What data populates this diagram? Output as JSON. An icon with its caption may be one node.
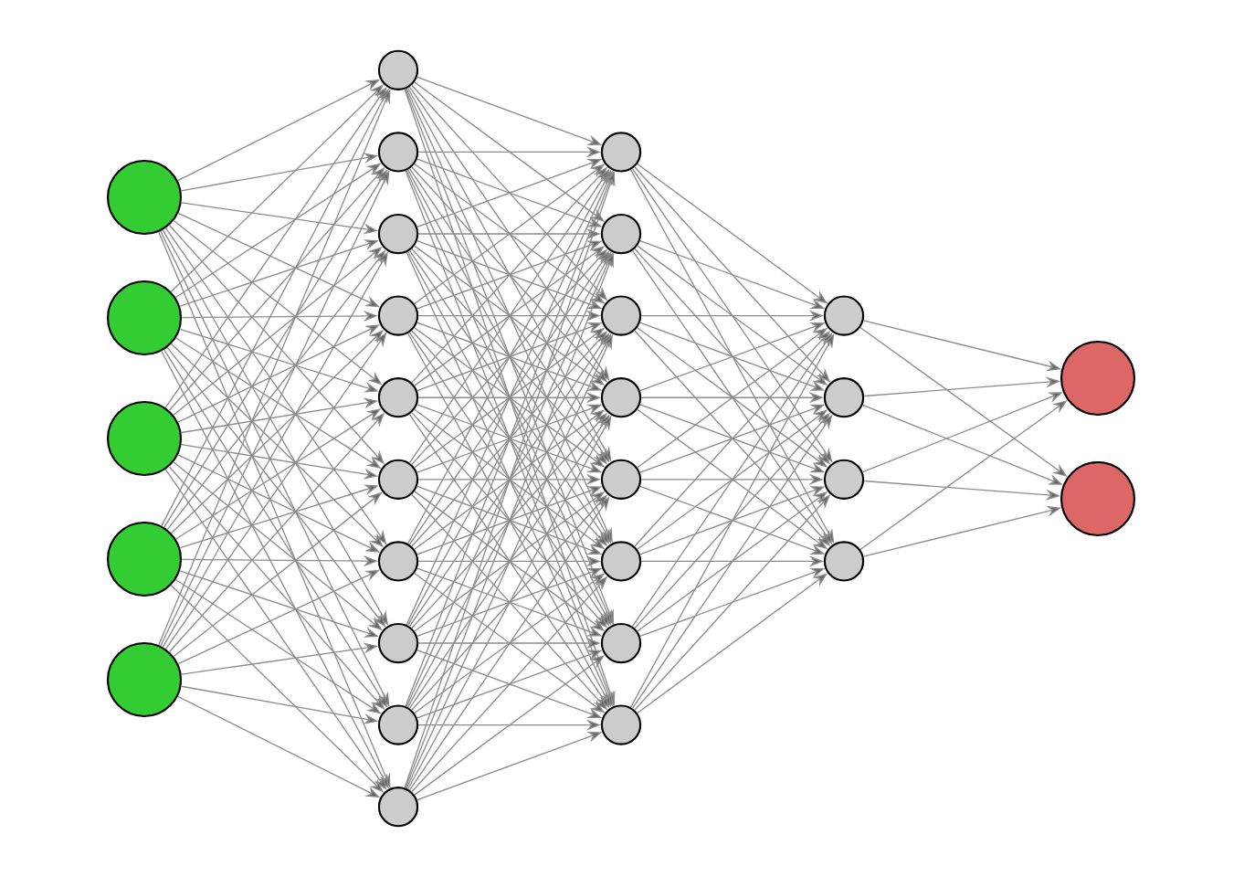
{
  "diagram": {
    "nodes": [
      {
        "text": [],
        "shape": "circle"
      },
      {
        "text": [],
        "shape": "circle"
      },
      {
        "text": [],
        "shape": "circle"
      },
      {
        "text": [],
        "shape": "circle"
      },
      {
        "text": [],
        "shape": "circle"
      },
      {
        "text": [],
        "shape": "circle"
      },
      {
        "text": [],
        "shape": "circle"
      },
      {
        "text": [],
        "shape": "circle"
      },
      {
        "text": [],
        "shape": "circle"
      },
      {
        "text": [],
        "shape": "circle"
      },
      {
        "text": [],
        "shape": "circle"
      },
      {
        "text": [],
        "shape": "circle"
      },
      {
        "text": [],
        "shape": "circle"
      },
      {
        "text": [],
        "shape": "circle"
      },
      {
        "text": [],
        "shape": "circle"
      },
      {
        "text": [],
        "shape": "circle"
      },
      {
        "text": [],
        "shape": "circle"
      },
      {
        "text": [],
        "shape": "circle"
      },
      {
        "text": [],
        "shape": "circle"
      },
      {
        "text": [],
        "shape": "circle"
      },
      {
        "text": [],
        "shape": "circle"
      },
      {
        "text": [],
        "shape": "circle"
      },
      {
        "text": [],
        "shape": "circle"
      },
      {
        "text": [],
        "shape": "circle"
      },
      {
        "text": [],
        "shape": "circle"
      },
      {
        "text": [],
        "shape": "circle"
      },
      {
        "text": [],
        "shape": "circle"
      },
      {
        "text": [],
        "shape": "circle"
      },
      {
        "text": [],
        "shape": "circle"
      }
    ],
    "edges": [
      {
        "from": 0,
        "to": 5,
        "arrow": "to"
      },
      {
        "from": 0,
        "to": 6,
        "arrow": "to"
      },
      {
        "from": 0,
        "to": 7,
        "arrow": "to"
      },
      {
        "from": 0,
        "to": 8,
        "arrow": "to"
      },
      {
        "from": 0,
        "to": 9,
        "arrow": "to"
      },
      {
        "from": 0,
        "to": 10,
        "arrow": "to"
      },
      {
        "from": 0,
        "to": 11,
        "arrow": "to"
      },
      {
        "from": 0,
        "to": 12,
        "arrow": "to"
      },
      {
        "from": 0,
        "to": 13,
        "arrow": "to"
      },
      {
        "from": 0,
        "to": 14,
        "arrow": "to"
      },
      {
        "from": 1,
        "to": 5,
        "arrow": "to"
      },
      {
        "from": 1,
        "to": 6,
        "arrow": "to"
      },
      {
        "from": 1,
        "to": 7,
        "arrow": "to"
      },
      {
        "from": 1,
        "to": 8,
        "arrow": "to"
      },
      {
        "from": 1,
        "to": 9,
        "arrow": "to"
      },
      {
        "from": 1,
        "to": 10,
        "arrow": "to"
      },
      {
        "from": 1,
        "to": 11,
        "arrow": "to"
      },
      {
        "from": 1,
        "to": 12,
        "arrow": "to"
      },
      {
        "from": 1,
        "to": 13,
        "arrow": "to"
      },
      {
        "from": 1,
        "to": 14,
        "arrow": "to"
      },
      {
        "from": 2,
        "to": 5,
        "arrow": "to"
      },
      {
        "from": 2,
        "to": 6,
        "arrow": "to"
      },
      {
        "from": 2,
        "to": 7,
        "arrow": "to"
      },
      {
        "from": 2,
        "to": 8,
        "arrow": "to"
      },
      {
        "from": 2,
        "to": 9,
        "arrow": "to"
      },
      {
        "from": 2,
        "to": 10,
        "arrow": "to"
      },
      {
        "from": 2,
        "to": 11,
        "arrow": "to"
      },
      {
        "from": 2,
        "to": 12,
        "arrow": "to"
      },
      {
        "from": 2,
        "to": 13,
        "arrow": "to"
      },
      {
        "from": 2,
        "to": 14,
        "arrow": "to"
      },
      {
        "from": 3,
        "to": 5,
        "arrow": "to"
      },
      {
        "from": 3,
        "to": 6,
        "arrow": "to"
      },
      {
        "from": 3,
        "to": 7,
        "arrow": "to"
      },
      {
        "from": 3,
        "to": 8,
        "arrow": "to"
      },
      {
        "from": 3,
        "to": 9,
        "arrow": "to"
      },
      {
        "from": 3,
        "to": 10,
        "arrow": "to"
      },
      {
        "from": 3,
        "to": 11,
        "arrow": "to"
      },
      {
        "from": 3,
        "to": 12,
        "arrow": "to"
      },
      {
        "from": 3,
        "to": 13,
        "arrow": "to"
      },
      {
        "from": 3,
        "to": 14,
        "arrow": "to"
      },
      {
        "from": 4,
        "to": 5,
        "arrow": "to"
      },
      {
        "from": 4,
        "to": 6,
        "arrow": "to"
      },
      {
        "from": 4,
        "to": 7,
        "arrow": "to"
      },
      {
        "from": 4,
        "to": 8,
        "arrow": "to"
      },
      {
        "from": 4,
        "to": 9,
        "arrow": "to"
      },
      {
        "from": 4,
        "to": 10,
        "arrow": "to"
      },
      {
        "from": 4,
        "to": 11,
        "arrow": "to"
      },
      {
        "from": 4,
        "to": 12,
        "arrow": "to"
      },
      {
        "from": 4,
        "to": 13,
        "arrow": "to"
      },
      {
        "from": 4,
        "to": 14,
        "arrow": "to"
      },
      {
        "from": 5,
        "to": 15,
        "arrow": "to"
      },
      {
        "from": 5,
        "to": 16,
        "arrow": "to"
      },
      {
        "from": 5,
        "to": 17,
        "arrow": "to"
      },
      {
        "from": 5,
        "to": 18,
        "arrow": "to"
      },
      {
        "from": 5,
        "to": 19,
        "arrow": "to"
      },
      {
        "from": 5,
        "to": 20,
        "arrow": "to"
      },
      {
        "from": 5,
        "to": 21,
        "arrow": "to"
      },
      {
        "from": 5,
        "to": 22,
        "arrow": "to"
      },
      {
        "from": 6,
        "to": 15,
        "arrow": "to"
      },
      {
        "from": 6,
        "to": 16,
        "arrow": "to"
      },
      {
        "from": 6,
        "to": 17,
        "arrow": "to"
      },
      {
        "from": 6,
        "to": 18,
        "arrow": "to"
      },
      {
        "from": 6,
        "to": 19,
        "arrow": "to"
      },
      {
        "from": 6,
        "to": 20,
        "arrow": "to"
      },
      {
        "from": 6,
        "to": 21,
        "arrow": "to"
      },
      {
        "from": 6,
        "to": 22,
        "arrow": "to"
      },
      {
        "from": 7,
        "to": 15,
        "arrow": "to"
      },
      {
        "from": 7,
        "to": 16,
        "arrow": "to"
      },
      {
        "from": 7,
        "to": 17,
        "arrow": "to"
      },
      {
        "from": 7,
        "to": 18,
        "arrow": "to"
      },
      {
        "from": 7,
        "to": 19,
        "arrow": "to"
      },
      {
        "from": 7,
        "to": 20,
        "arrow": "to"
      },
      {
        "from": 7,
        "to": 21,
        "arrow": "to"
      },
      {
        "from": 7,
        "to": 22,
        "arrow": "to"
      },
      {
        "from": 8,
        "to": 15,
        "arrow": "to"
      },
      {
        "from": 8,
        "to": 16,
        "arrow": "to"
      },
      {
        "from": 8,
        "to": 17,
        "arrow": "to"
      },
      {
        "from": 8,
        "to": 18,
        "arrow": "to"
      },
      {
        "from": 8,
        "to": 19,
        "arrow": "to"
      },
      {
        "from": 8,
        "to": 20,
        "arrow": "to"
      },
      {
        "from": 8,
        "to": 21,
        "arrow": "to"
      },
      {
        "from": 8,
        "to": 22,
        "arrow": "to"
      },
      {
        "from": 9,
        "to": 15,
        "arrow": "to"
      },
      {
        "from": 9,
        "to": 16,
        "arrow": "to"
      },
      {
        "from": 9,
        "to": 17,
        "arrow": "to"
      },
      {
        "from": 9,
        "to": 18,
        "arrow": "to"
      },
      {
        "from": 9,
        "to": 19,
        "arrow": "to"
      },
      {
        "from": 9,
        "to": 20,
        "arrow": "to"
      },
      {
        "from": 9,
        "to": 21,
        "arrow": "to"
      },
      {
        "from": 9,
        "to": 22,
        "arrow": "to"
      },
      {
        "from": 10,
        "to": 15,
        "arrow": "to"
      },
      {
        "from": 10,
        "to": 16,
        "arrow": "to"
      },
      {
        "from": 10,
        "to": 17,
        "arrow": "to"
      },
      {
        "from": 10,
        "to": 18,
        "arrow": "to"
      },
      {
        "from": 10,
        "to": 19,
        "arrow": "to"
      },
      {
        "from": 10,
        "to": 20,
        "arrow": "to"
      },
      {
        "from": 10,
        "to": 21,
        "arrow": "to"
      },
      {
        "from": 10,
        "to": 22,
        "arrow": "to"
      },
      {
        "from": 11,
        "to": 15,
        "arrow": "to"
      },
      {
        "from": 11,
        "to": 16,
        "arrow": "to"
      },
      {
        "from": 11,
        "to": 17,
        "arrow": "to"
      },
      {
        "from": 11,
        "to": 18,
        "arrow": "to"
      },
      {
        "from": 11,
        "to": 19,
        "arrow": "to"
      },
      {
        "from": 11,
        "to": 20,
        "arrow": "to"
      },
      {
        "from": 11,
        "to": 21,
        "arrow": "to"
      },
      {
        "from": 11,
        "to": 22,
        "arrow": "to"
      },
      {
        "from": 12,
        "to": 15,
        "arrow": "to"
      },
      {
        "from": 12,
        "to": 16,
        "arrow": "to"
      },
      {
        "from": 12,
        "to": 17,
        "arrow": "to"
      },
      {
        "from": 12,
        "to": 18,
        "arrow": "to"
      },
      {
        "from": 12,
        "to": 19,
        "arrow": "to"
      },
      {
        "from": 12,
        "to": 20,
        "arrow": "to"
      },
      {
        "from": 12,
        "to": 21,
        "arrow": "to"
      },
      {
        "from": 12,
        "to": 22,
        "arrow": "to"
      },
      {
        "from": 13,
        "to": 15,
        "arrow": "to"
      },
      {
        "from": 13,
        "to": 16,
        "arrow": "to"
      },
      {
        "from": 13,
        "to": 17,
        "arrow": "to"
      },
      {
        "from": 13,
        "to": 18,
        "arrow": "to"
      },
      {
        "from": 13,
        "to": 19,
        "arrow": "to"
      },
      {
        "from": 13,
        "to": 20,
        "arrow": "to"
      },
      {
        "from": 13,
        "to": 21,
        "arrow": "to"
      },
      {
        "from": 13,
        "to": 22,
        "arrow": "to"
      },
      {
        "from": 14,
        "to": 15,
        "arrow": "to"
      },
      {
        "from": 14,
        "to": 16,
        "arrow": "to"
      },
      {
        "from": 14,
        "to": 17,
        "arrow": "to"
      },
      {
        "from": 14,
        "to": 18,
        "arrow": "to"
      },
      {
        "from": 14,
        "to": 19,
        "arrow": "to"
      },
      {
        "from": 14,
        "to": 20,
        "arrow": "to"
      },
      {
        "from": 14,
        "to": 21,
        "arrow": "to"
      },
      {
        "from": 14,
        "to": 22,
        "arrow": "to"
      },
      {
        "from": 15,
        "to": 23,
        "arrow": "to"
      },
      {
        "from": 15,
        "to": 24,
        "arrow": "to"
      },
      {
        "from": 15,
        "to": 25,
        "arrow": "to"
      },
      {
        "from": 15,
        "to": 26,
        "arrow": "to"
      },
      {
        "from": 16,
        "to": 23,
        "arrow": "to"
      },
      {
        "from": 16,
        "to": 24,
        "arrow": "to"
      },
      {
        "from": 16,
        "to": 25,
        "arrow": "to"
      },
      {
        "from": 16,
        "to": 26,
        "arrow": "to"
      },
      {
        "from": 17,
        "to": 23,
        "arrow": "to"
      },
      {
        "from": 17,
        "to": 24,
        "arrow": "to"
      },
      {
        "from": 17,
        "to": 25,
        "arrow": "to"
      },
      {
        "from": 17,
        "to": 26,
        "arrow": "to"
      },
      {
        "from": 18,
        "to": 23,
        "arrow": "to"
      },
      {
        "from": 18,
        "to": 24,
        "arrow": "to"
      },
      {
        "from": 18,
        "to": 25,
        "arrow": "to"
      },
      {
        "from": 18,
        "to": 26,
        "arrow": "to"
      },
      {
        "from": 19,
        "to": 23,
        "arrow": "to"
      },
      {
        "from": 19,
        "to": 24,
        "arrow": "to"
      },
      {
        "from": 19,
        "to": 25,
        "arrow": "to"
      },
      {
        "from": 19,
        "to": 26,
        "arrow": "to"
      },
      {
        "from": 20,
        "to": 23,
        "arrow": "to"
      },
      {
        "from": 20,
        "to": 24,
        "arrow": "to"
      },
      {
        "from": 20,
        "to": 25,
        "arrow": "to"
      },
      {
        "from": 20,
        "to": 26,
        "arrow": "to"
      },
      {
        "from": 21,
        "to": 23,
        "arrow": "to"
      },
      {
        "from": 21,
        "to": 24,
        "arrow": "to"
      },
      {
        "from": 21,
        "to": 25,
        "arrow": "to"
      },
      {
        "from": 21,
        "to": 26,
        "arrow": "to"
      },
      {
        "from": 22,
        "to": 23,
        "arrow": "to"
      },
      {
        "from": 22,
        "to": 24,
        "arrow": "to"
      },
      {
        "from": 22,
        "to": 25,
        "arrow": "to"
      },
      {
        "from": 22,
        "to": 26,
        "arrow": "to"
      },
      {
        "from": 23,
        "to": 27,
        "arrow": "to"
      },
      {
        "from": 23,
        "to": 28,
        "arrow": "to"
      },
      {
        "from": 24,
        "to": 27,
        "arrow": "to"
      },
      {
        "from": 24,
        "to": 28,
        "arrow": "to"
      },
      {
        "from": 25,
        "to": 27,
        "arrow": "to"
      },
      {
        "from": 25,
        "to": 28,
        "arrow": "to"
      },
      {
        "from": 26,
        "to": 27,
        "arrow": "to"
      },
      {
        "from": 26,
        "to": 28,
        "arrow": "to"
      }
    ]
  }
}
